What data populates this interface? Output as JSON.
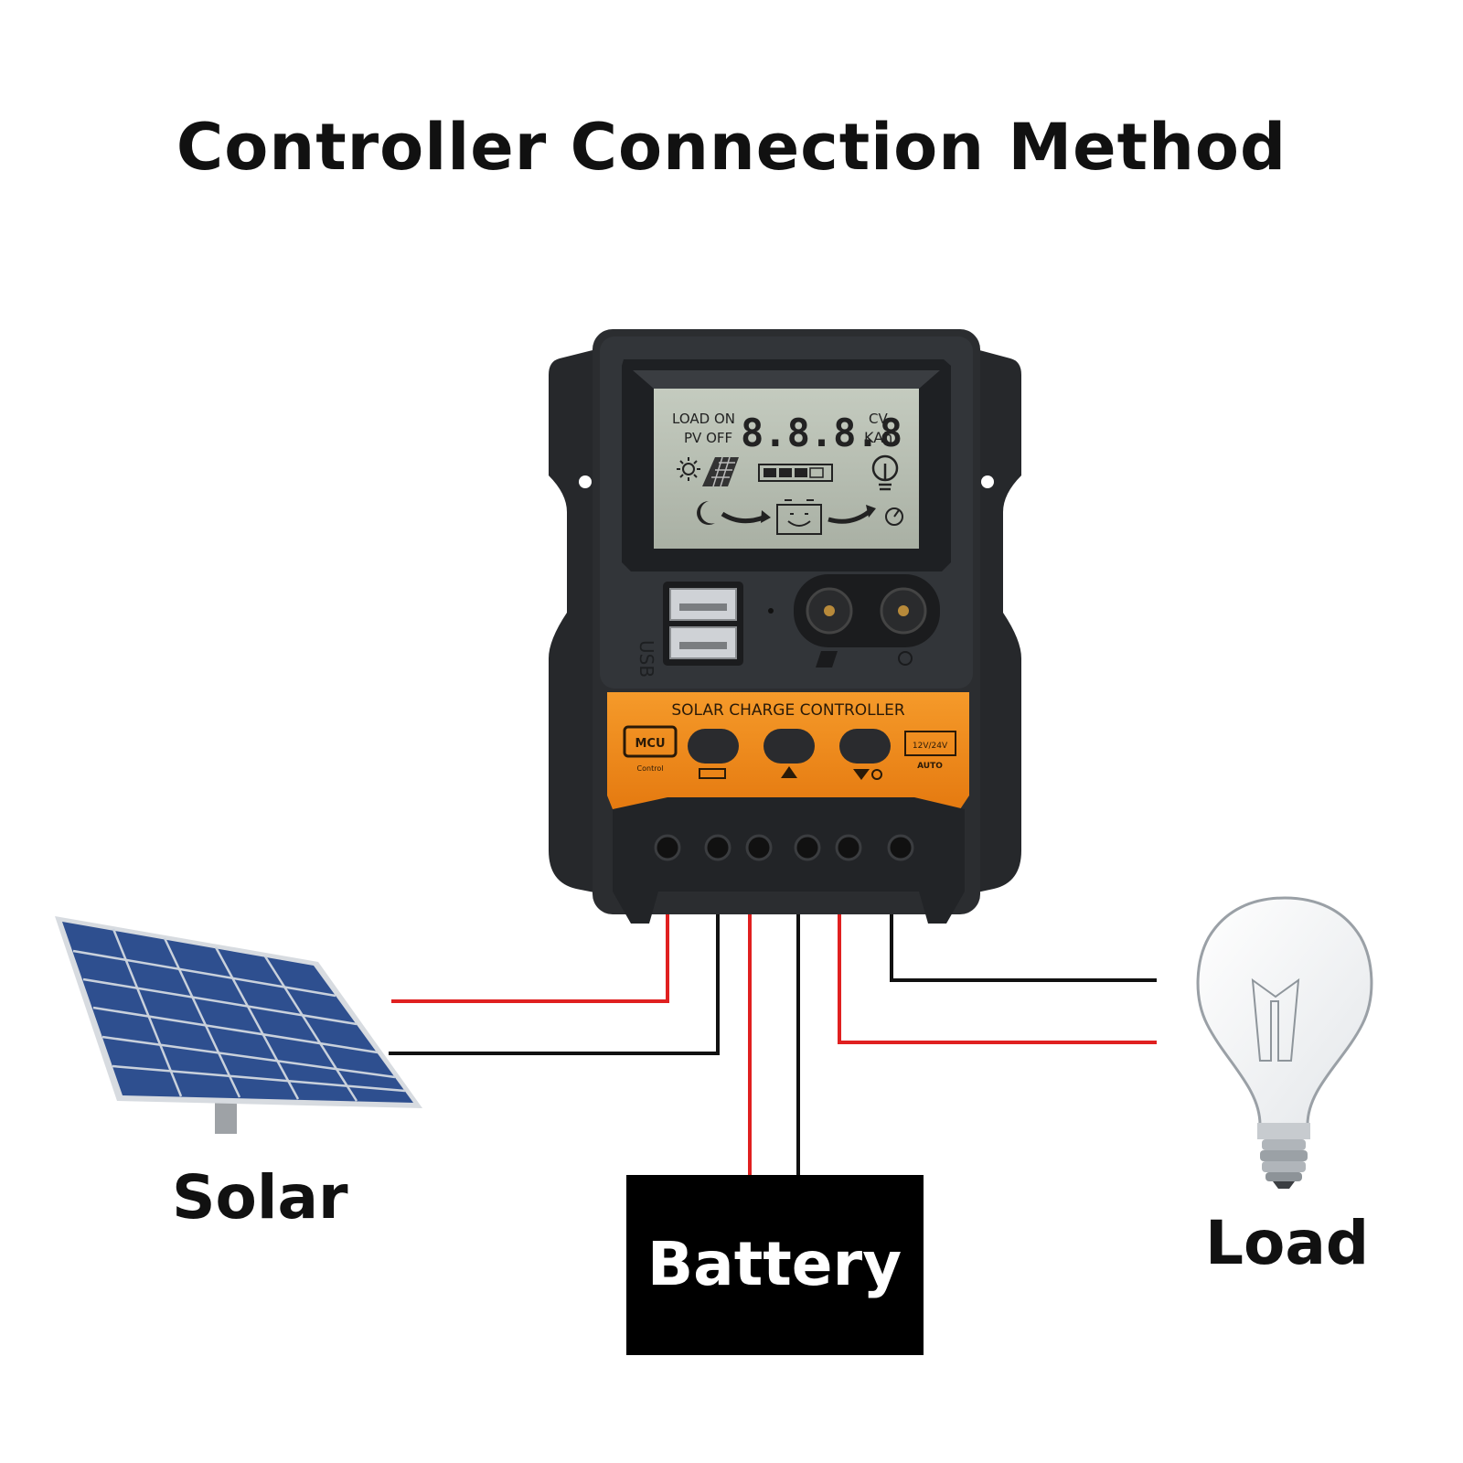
{
  "title": "Controller Connection Method",
  "labels": {
    "solar": "Solar",
    "battery": "Battery",
    "load": "Load"
  },
  "controller": {
    "lcd_load_on": "LOAD ON",
    "lcd_pv_off": "PV OFF",
    "lcd_digits": "8.8.8.8",
    "lcd_cv": "CV",
    "lcd_kah": "KAh",
    "usb_label": "USB",
    "panel_title": "SOLAR CHARGE CONTROLLER",
    "mcu_label": "MCU",
    "mcu_sub": "Control",
    "voltage_label": "12V/24V",
    "auto_label": "AUTO"
  },
  "colors": {
    "wire_positive": "#e02020",
    "wire_negative": "#111111",
    "housing": "#2b2d30",
    "panel_orange": "#f28a1a",
    "lcd": "#b9c0b4",
    "solar_cell": "#2e4f8f"
  },
  "icons": [
    "sun-icon",
    "solar-panel-icon",
    "battery-level-icon",
    "bulb-icon",
    "moon-icon",
    "battery-face-icon",
    "timer-icon"
  ]
}
